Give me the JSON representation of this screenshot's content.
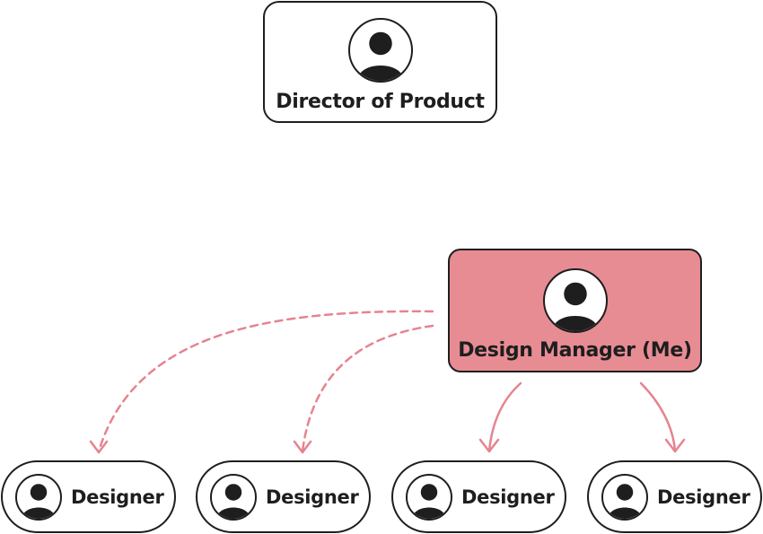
{
  "colors": {
    "accent": "#e88c94",
    "connector": "#e5848f",
    "outline": "#1e1e1e",
    "background": "#ffffff"
  },
  "director": {
    "label": "Director of Product",
    "icon": "person-icon"
  },
  "manager": {
    "label": "Design Manager (Me)",
    "icon": "person-icon",
    "highlighted": true
  },
  "designers": [
    {
      "label": "Designer",
      "icon": "person-icon",
      "link": "dashed"
    },
    {
      "label": "Designer",
      "icon": "person-icon",
      "link": "dashed"
    },
    {
      "label": "Designer",
      "icon": "person-icon",
      "link": "solid"
    },
    {
      "label": "Designer",
      "icon": "person-icon",
      "link": "solid"
    }
  ]
}
